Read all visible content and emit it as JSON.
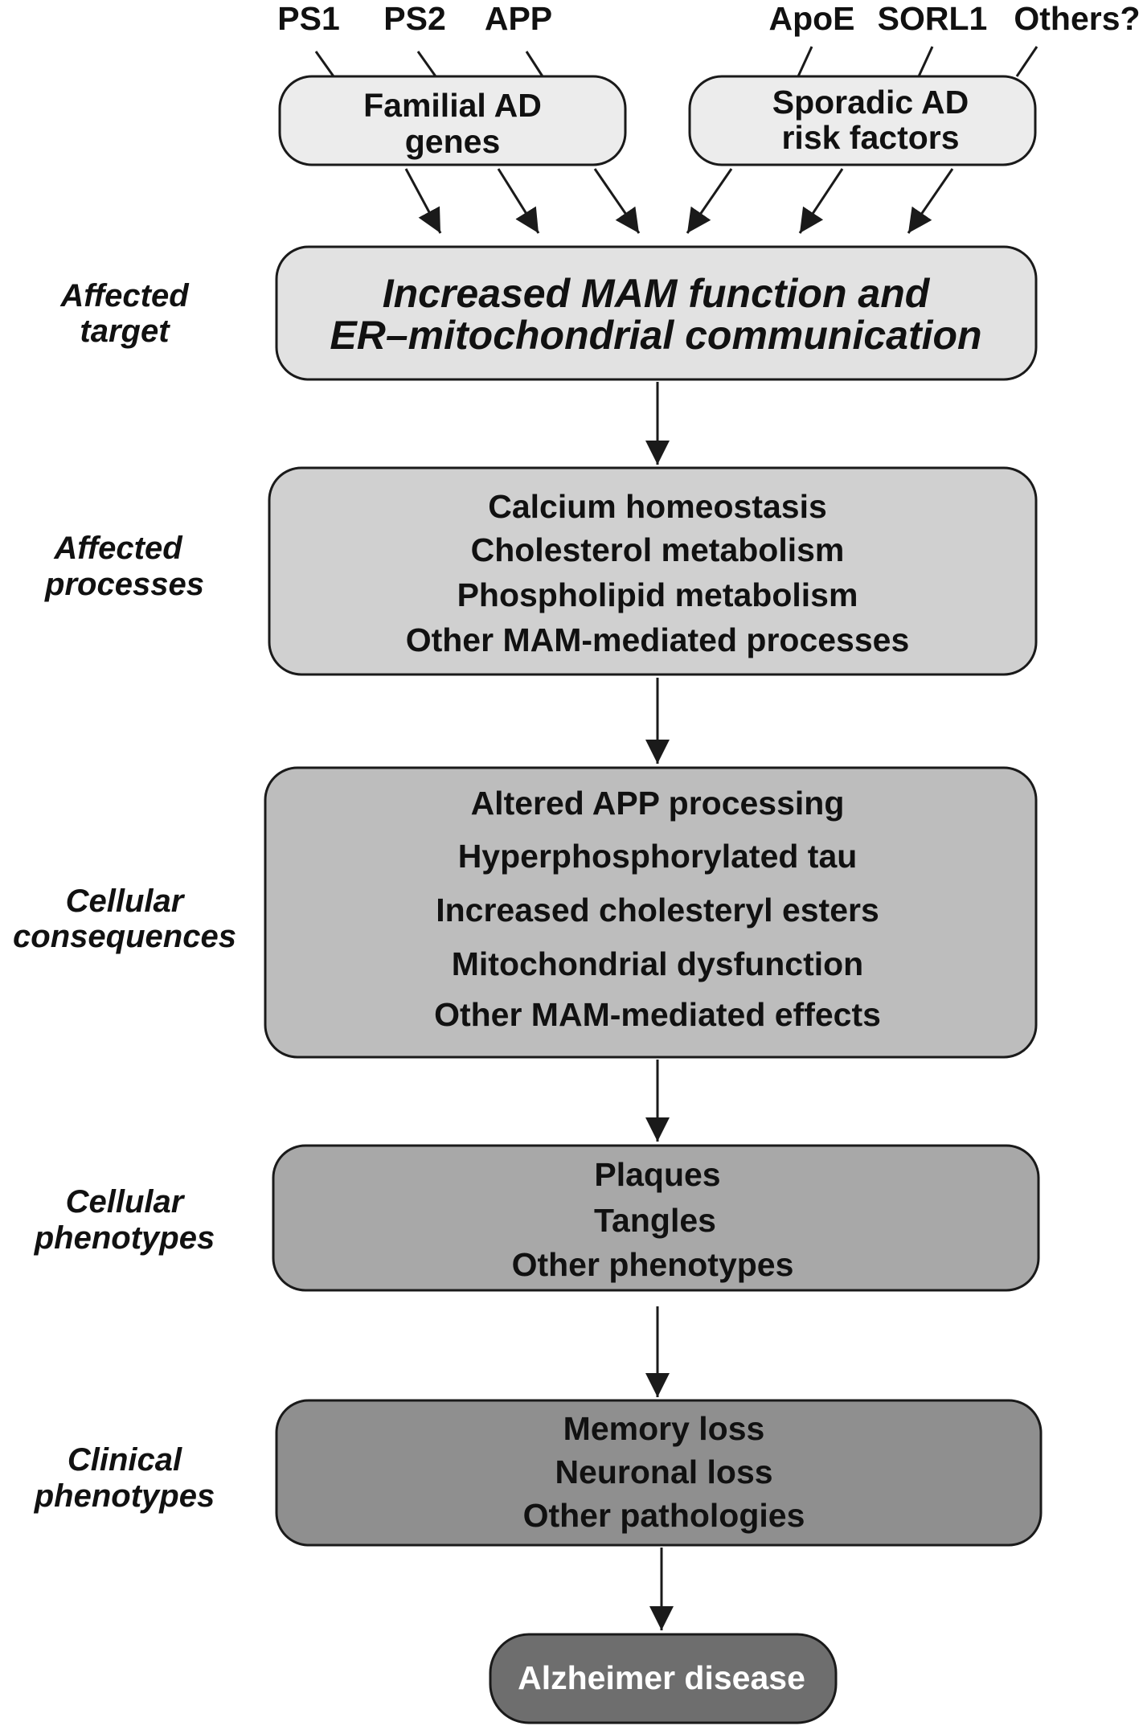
{
  "genes": [
    "PS1",
    "PS2",
    "APP",
    "ApoE",
    "SORL1",
    "Others?"
  ],
  "groups": {
    "familial": [
      "Familial AD",
      "genes"
    ],
    "sporadic": [
      "Sporadic AD",
      "risk factors"
    ]
  },
  "stages": [
    {
      "side": [
        "Affected",
        "target"
      ],
      "lines": [
        "Increased MAM function and",
        "ER–mitochondrial communication"
      ],
      "fill": "#e2e2e2"
    },
    {
      "side": [
        "Affected",
        "processes"
      ],
      "lines": [
        "Calcium homeostasis",
        "Cholesterol metabolism",
        "Phospholipid metabolism",
        "Other MAM-mediated processes"
      ],
      "fill": "#d0d0d0"
    },
    {
      "side": [
        "Cellular",
        "consequences"
      ],
      "lines": [
        "Altered APP processing",
        "Hyperphosphorylated tau",
        "Increased cholesteryl esters",
        "Mitochondrial dysfunction",
        "Other MAM-mediated effects"
      ],
      "fill": "#bdbdbd"
    },
    {
      "side": [
        "Cellular",
        "phenotypes"
      ],
      "lines": [
        "Plaques",
        "Tangles",
        "Other phenotypes"
      ],
      "fill": "#a8a8a8"
    },
    {
      "side": [
        "Clinical",
        "phenotypes"
      ],
      "lines": [
        "Memory loss",
        "Neuronal loss",
        "Other pathologies"
      ],
      "fill": "#8f8f8f"
    }
  ],
  "outcome": "Alzheimer disease",
  "colors": {
    "group_fill": "#ececec",
    "outcome_fill": "#6e6e6e",
    "stroke": "#1a1a1a"
  }
}
